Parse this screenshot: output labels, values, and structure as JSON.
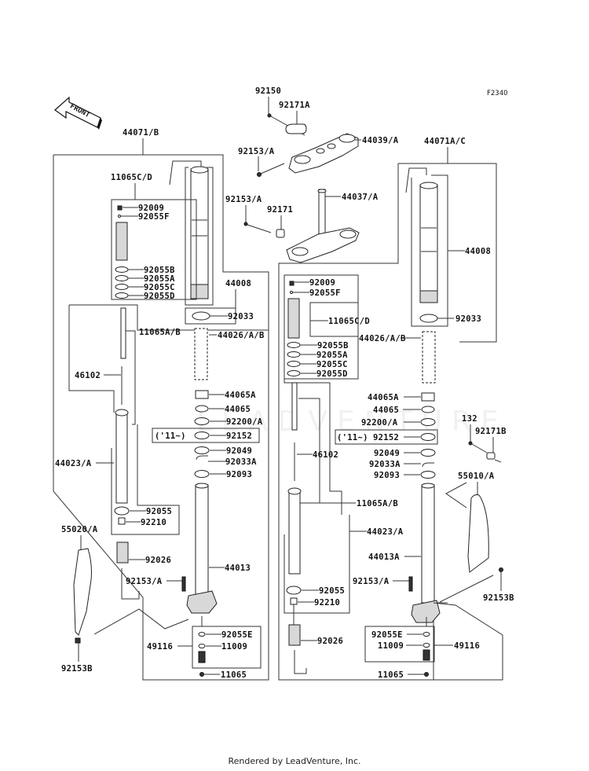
{
  "diagram": {
    "code": "F2340",
    "front_arrow_label": "FRONT",
    "watermark": "LEADVENTURE",
    "footer": "Rendered by LeadVenture, Inc.",
    "top_parts": {
      "p92150": "92150",
      "p92171A": "92171A",
      "p92153A_top": "92153/A",
      "p44039A": "44039/A",
      "p92153A_mid": "92153/A",
      "p92171": "92171",
      "p44037A": "44037/A"
    },
    "left_fork": {
      "assembly": "44071/B",
      "cartridge_top": "11065C/D",
      "p92009": "92009",
      "p92055F": "92055F",
      "p92055B": "92055B",
      "p92055A": "92055A",
      "p92055C": "92055C",
      "p92055D": "92055D",
      "p44008": "44008",
      "p92033": "92033",
      "p11065AB": "11065A/B",
      "p44026AB": "44026/A/B",
      "p46102": "46102",
      "p44065A": "44065A",
      "p44065": "44065",
      "p92200A": "92200/A",
      "year_note": "('11~)",
      "p92152": "92152",
      "p92049": "92049",
      "p44023A": "44023/A",
      "p92033A": "92033A",
      "p92093": "92093",
      "p92055": "92055",
      "p92210": "92210",
      "p55020A": "55020/A",
      "p92026": "92026",
      "p44013": "44013",
      "p92153A": "92153/A",
      "p92055E": "92055E",
      "p49116": "49116",
      "p11009": "11009",
      "p92153B": "92153B",
      "p11065": "11065"
    },
    "right_fork": {
      "assembly": "44071A/C",
      "p44008": "44008",
      "p92009": "92009",
      "p92055F": "92055F",
      "p92033": "92033",
      "cartridge_top": "11065C/D",
      "p44026AB": "44026/A/B",
      "p92055B": "92055B",
      "p92055A": "92055A",
      "p92055C": "92055C",
      "p92055D": "92055D",
      "p44065A": "44065A",
      "p44065": "44065",
      "p92200A": "92200/A",
      "p132": "132",
      "p92171B": "92171B",
      "year_note": "('11~)",
      "p92152": "92152",
      "p92049": "92049",
      "p92033A": "92033A",
      "p46102": "46102",
      "p92093": "92093",
      "p55010A": "55010/A",
      "p11065AB": "11065A/B",
      "p44023A": "44023/A",
      "p44013A": "44013A",
      "p92153A": "92153/A",
      "p92153B": "92153B",
      "p92055": "92055",
      "p92210": "92210",
      "p92026": "92026",
      "p92055E": "92055E",
      "p11009": "11009",
      "p49116": "49116",
      "p11065": "11065"
    }
  }
}
